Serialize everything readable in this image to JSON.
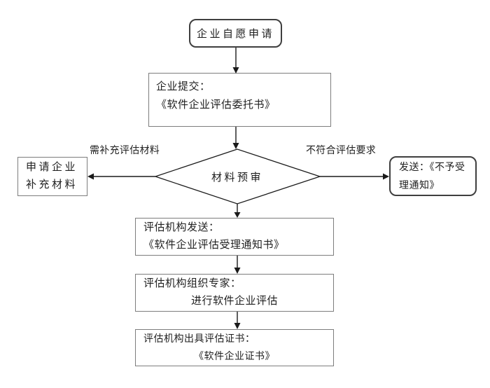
{
  "flowchart": {
    "nodes": {
      "start": {
        "label": "企业自愿申请"
      },
      "submit": {
        "line1": "企业提交：",
        "line2": "《软件企业评估委托书》"
      },
      "decision": {
        "label": "材料预审"
      },
      "supplement": {
        "line1": "申请企业",
        "line2": "补充材料"
      },
      "reject": {
        "line1": "发送：《不予受",
        "line2": "理通知》"
      },
      "acceptance": {
        "line1": "评估机构发送：",
        "line2": "《软件企业评估受理通知书》"
      },
      "expert": {
        "line1": "评估机构组织专家：",
        "line2": "进行软件企业评估"
      },
      "certificate": {
        "line1": "评估机构出具评估证书：",
        "line2": "《软件企业证书》"
      }
    },
    "edge_labels": {
      "supplement_branch": "需补充评估材料",
      "reject_branch": "不符合评估要求"
    },
    "colors": {
      "line": "#1a1a1a",
      "rect_border": "#7d7d7d",
      "rounded_border": "#3f3f3f",
      "text": "#1f1f1f",
      "background": "#ffffff"
    }
  }
}
